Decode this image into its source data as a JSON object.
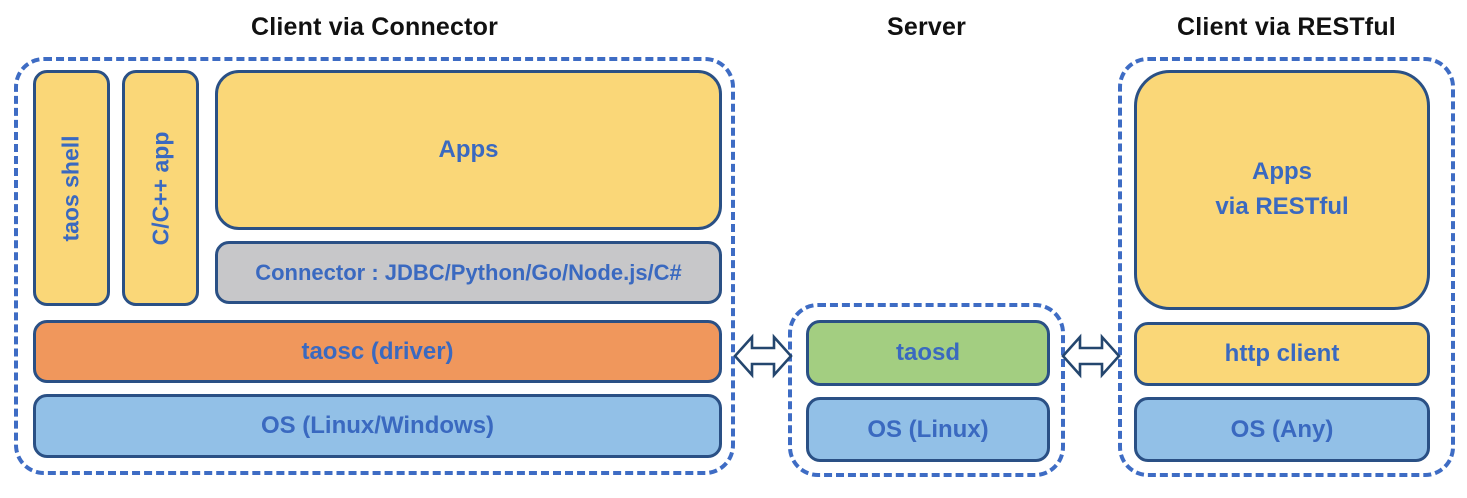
{
  "colors": {
    "canvas-bg": "#ffffff",
    "box-yellow": "#fad778",
    "box-orange": "#f0975c",
    "box-blue": "#92c0e7",
    "box-green": "#a3ce81",
    "box-gray": "#c7c7c9",
    "box-border": "#2a5085",
    "dash-border": "#3e6cc4",
    "box-text": "#3a69c0",
    "title-text": "#111111",
    "arrow-stroke": "#24466e",
    "arrow-fill": "#ffffff"
  },
  "sections": {
    "client_connector": {
      "title": "Client via Connector",
      "taos_shell": "taos shell",
      "cpp_app": "C/C++ app",
      "apps": "Apps",
      "connector": "Connector : JDBC/Python/Go/Node.js/C#",
      "taosc": "taosc (driver)",
      "os": "OS (Linux/Windows)"
    },
    "server": {
      "title": "Server",
      "taosd": "taosd",
      "os": "OS (Linux)"
    },
    "client_restful": {
      "title": "Client via RESTful",
      "apps": "Apps\nvia RESTful",
      "http_client": "http client",
      "os": "OS (Any)"
    }
  },
  "icons": {
    "left_arrow": "bidirectional-arrow",
    "right_arrow": "bidirectional-arrow"
  }
}
